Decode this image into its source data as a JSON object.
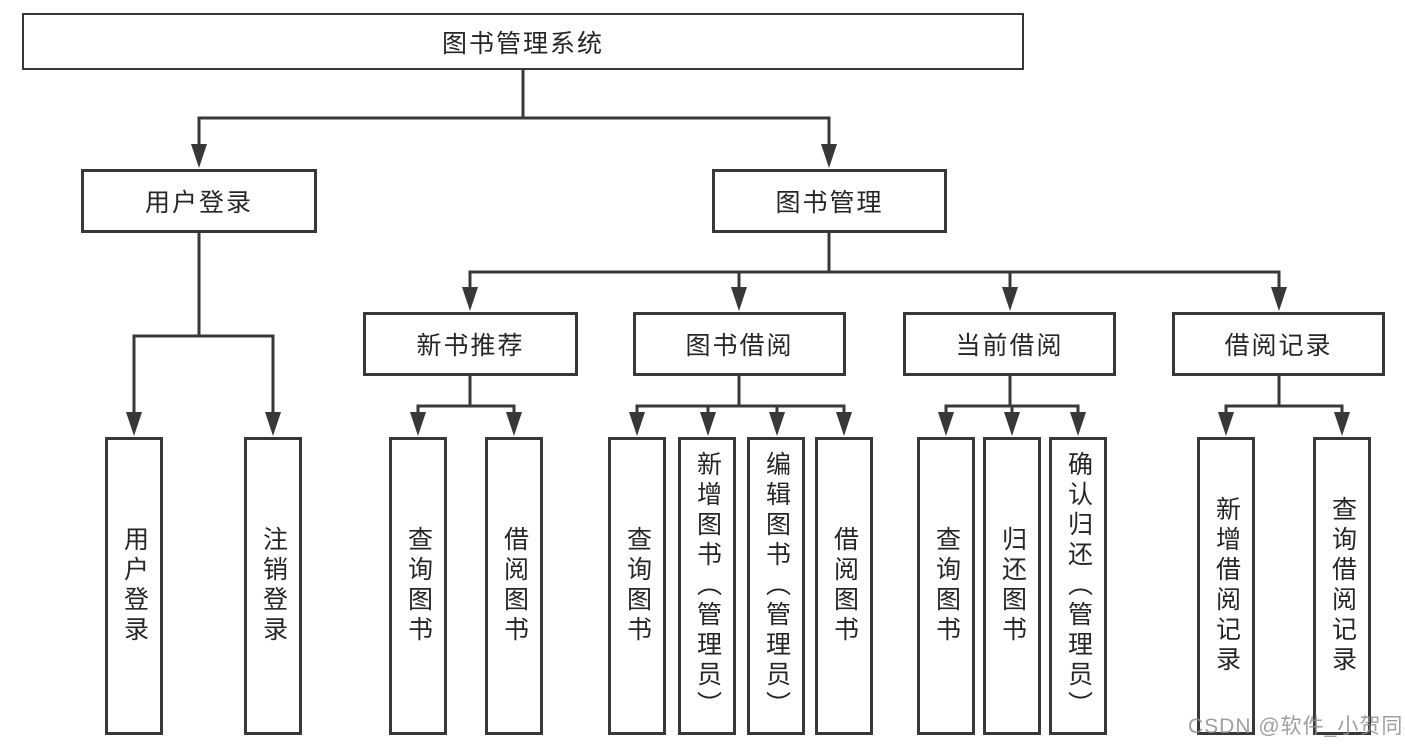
{
  "tree": {
    "root": "图书管理系统",
    "login": {
      "label": "用户登录",
      "children": [
        "用户登录",
        "注销登录"
      ]
    },
    "mgmt": {
      "label": "图书管理",
      "sections": [
        {
          "label": "新书推荐",
          "children": [
            "查询图书",
            "借阅图书"
          ]
        },
        {
          "label": "图书借阅",
          "children": [
            "查询图书",
            "新增图书（管理员）",
            "编辑图书（管理员）",
            "借阅图书"
          ]
        },
        {
          "label": "当前借阅",
          "children": [
            "查询图书",
            "归还图书",
            "确认归还（管理员）"
          ]
        },
        {
          "label": "借阅记录",
          "children": [
            "新增借阅记录",
            "查询借阅记录"
          ]
        }
      ]
    }
  },
  "watermark": "CSDN @软件_小贺同学",
  "colors": {
    "line": "#383838",
    "text": "#262626",
    "watermark": "#8f8f8f",
    "background": "#ffffff"
  }
}
